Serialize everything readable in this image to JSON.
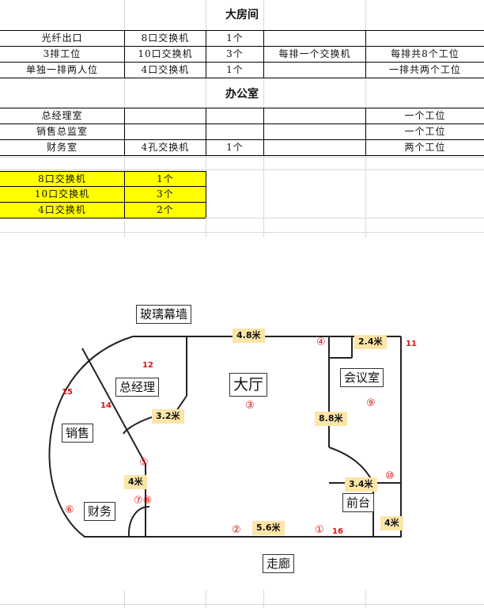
{
  "sheet": {
    "section1_title": "大房间",
    "section1_rows": [
      [
        "光纤出口",
        "8口交换机",
        "1个",
        "",
        ""
      ],
      [
        "3排工位",
        "10口交换机",
        "3个",
        "每排一个交换机",
        "每排共8个工位"
      ],
      [
        "单独一排两人位",
        "4口交换机",
        "1个",
        "",
        "一排共两个工位"
      ]
    ],
    "section2_title": "办公室",
    "section2_rows": [
      [
        "总经理室",
        "",
        "",
        "",
        "一个工位"
      ],
      [
        "销售总监室",
        "",
        "",
        "",
        "一个工位"
      ],
      [
        "财务室",
        "4孔交换机",
        "1个",
        "",
        "两个工位"
      ]
    ],
    "summary_rows": [
      [
        "8口交换机",
        "1个"
      ],
      [
        "10口交换机",
        "3个"
      ],
      [
        "4口交换机",
        "2个"
      ]
    ],
    "highlight_color": "#ffff00"
  },
  "floorplan": {
    "rooms": {
      "glass_wall": "玻璃幕墙",
      "ceo": "总经理",
      "hall": "大厅",
      "sales": "销售",
      "finance": "财务",
      "meeting": "会议室",
      "reception": "前台",
      "corridor": "走廊"
    },
    "dimensions": {
      "d1": "4.8米",
      "d2": "2.4米",
      "d3": "3.2米",
      "d4": "8.8米",
      "d5": "4米",
      "d6": "3.4米",
      "d7": "4米",
      "d8": "5.6米"
    },
    "markers": {
      "m11": "11",
      "m12": "12",
      "m14": "14",
      "m15": "15",
      "m16": "16",
      "c1": "①",
      "c2": "②",
      "c3": "③",
      "c4": "④",
      "c5": "⑤",
      "c6": "⑥",
      "c78": "⑦⑧",
      "c9": "⑨",
      "c10": "⑩"
    },
    "marker_color": "#e01010",
    "dimension_color": "#fde5a8"
  }
}
